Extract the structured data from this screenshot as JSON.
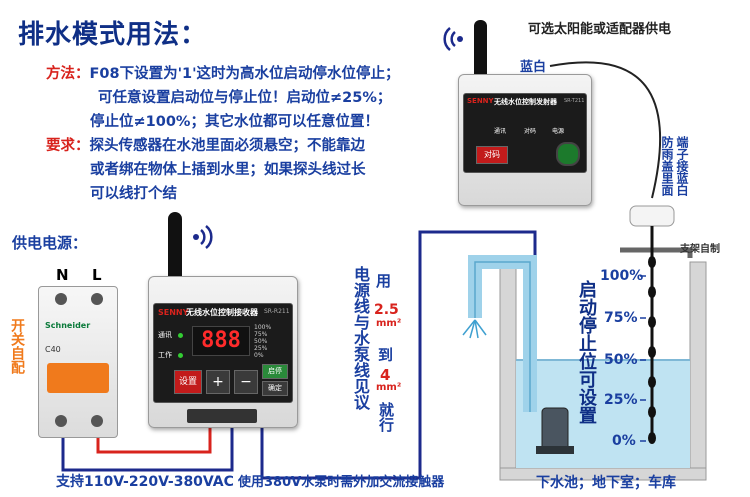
{
  "title": "排水模式用法：",
  "method": {
    "label": "方法：",
    "line1": "F08下设置为'1'这时为高水位启动停水位停止；",
    "line2": "可任意设置启动位与停止位！启动位≠25%；",
    "line3": "停止位≠100%；其它水位都可以任意位置！"
  },
  "requirement": {
    "label": "要求：",
    "line1": "探头传感器在水池里面必须悬空；不能靠边",
    "line2": "或者绑在物体上插到水里；如果探头线过长",
    "line3": "可以线打个结"
  },
  "power_supply_label": "供电电源：",
  "breaker": {
    "n_label": "N",
    "l_label": "L",
    "brand": "Schneider",
    "model": "C40",
    "side_note": "开关自配"
  },
  "receiver": {
    "brand": "SENNY",
    "name": "无线水位控制接收器",
    "model": "SR-R211",
    "status_labels": [
      "通讯",
      "工作"
    ],
    "display_value": "888",
    "buttons": [
      "设置",
      "+",
      "−",
      "启停",
      "确定"
    ],
    "pct_labels": [
      "100%",
      "75%",
      "50%",
      "25%",
      "0%"
    ]
  },
  "transmitter": {
    "brand": "SENNY",
    "name": "无线水位控制发射器",
    "model": "SR-T211",
    "indicator_labels": [
      "通讯",
      "对码",
      "电源"
    ],
    "pair_button": "对码"
  },
  "optional_power": "可选太阳能或适配器供电",
  "blue_white": "蓝白",
  "terminal_note": {
    "col_a": "端子接蓝白",
    "col_b": "防雨盖里面"
  },
  "bracket_note": "支架自制",
  "cable_note": {
    "main": "电源线与水泵线见议",
    "use": "用",
    "size_low": "2.5",
    "unit1": "mm²",
    "to": "到",
    "size_high": "4",
    "unit2": "mm²",
    "tail": "就行"
  },
  "tank": {
    "levels": [
      "100%",
      "75%",
      "50%",
      "25%",
      "0%"
    ],
    "note": "启动停止位可设置"
  },
  "bottom": {
    "voltage": "支持110V-220V-380VAC",
    "contactor": "使用380V水泵时需外加交流接触器",
    "location": "下水池；地下室；车库"
  },
  "colors": {
    "title": "#0f2f86",
    "label_red": "#d8231d",
    "text_blue": "#1a3fa0",
    "wire_red": "#d8231d",
    "wire_blue": "#1c2a8c",
    "water": "#bfe3f2"
  }
}
